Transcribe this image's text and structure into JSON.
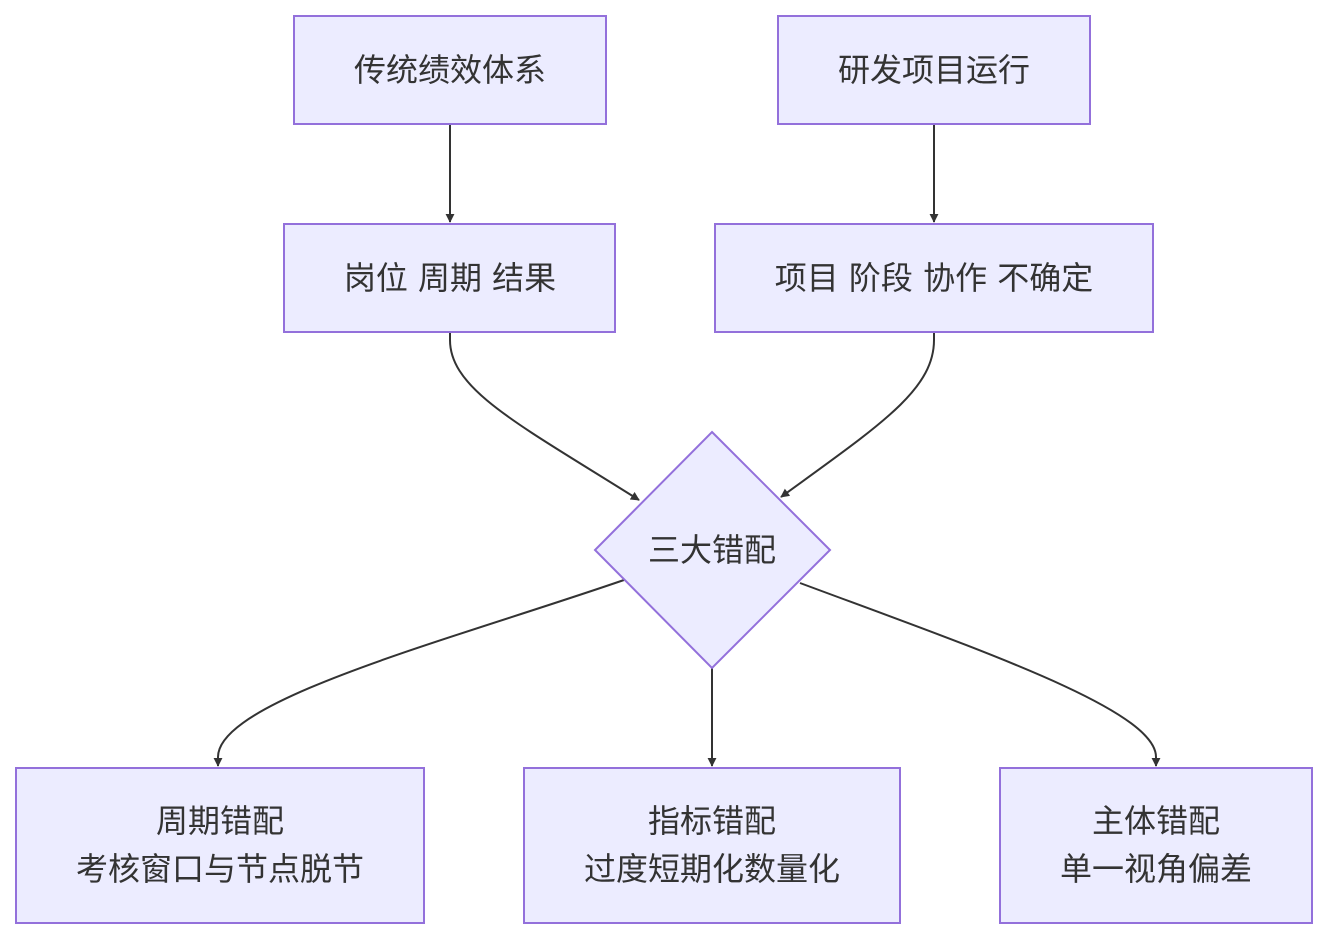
{
  "nodes": {
    "traditional_system": {
      "lines": [
        "传统绩效体系"
      ]
    },
    "rd_project": {
      "lines": [
        "研发项目运行"
      ]
    },
    "position_cycle_result": {
      "lines": [
        "岗位 周期 结果"
      ]
    },
    "project_stage_collab": {
      "lines": [
        "项目 阶段 协作 不确定"
      ]
    },
    "three_mismatches": {
      "lines": [
        "三大错配"
      ]
    },
    "cycle_mismatch": {
      "lines": [
        "周期错配",
        "考核窗口与节点脱节"
      ]
    },
    "indicator_mismatch": {
      "lines": [
        "指标错配",
        "过度短期化数量化"
      ]
    },
    "subject_mismatch": {
      "lines": [
        "主体错配",
        "单一视角偏差"
      ]
    }
  },
  "colors": {
    "node_fill": "#ECECFF",
    "node_stroke": "#9370DB",
    "edge": "#333333",
    "text": "#333333"
  }
}
